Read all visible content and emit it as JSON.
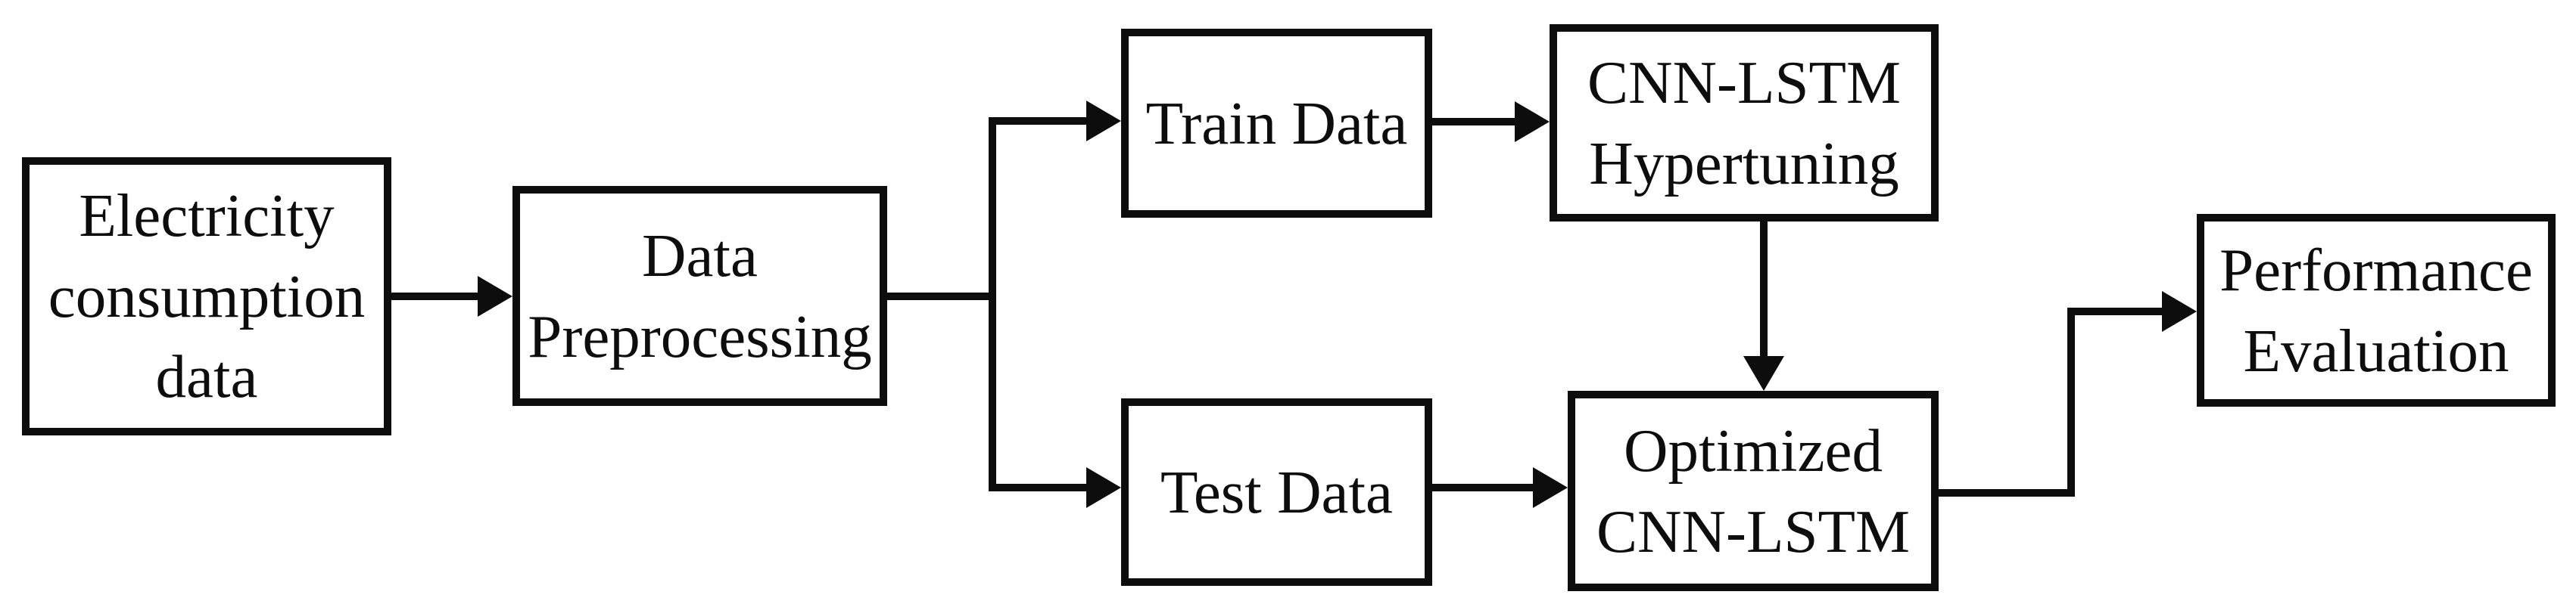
{
  "diagram": {
    "type": "flowchart",
    "description": "CNN-LSTM electricity consumption forecasting workflow",
    "background_color": "#ffffff",
    "line_color": "#0d0d0d",
    "text_color": "#0d0d0d",
    "nodes": {
      "electricity": {
        "label": "Electricity\nconsumption\ndata"
      },
      "preprocessing": {
        "label": "Data\nPreprocessing"
      },
      "train": {
        "label": "Train Data"
      },
      "hypertuning": {
        "label": "CNN-LSTM\nHypertuning"
      },
      "test": {
        "label": "Test Data"
      },
      "optimized": {
        "label": "Optimized\nCNN-LSTM"
      },
      "performance": {
        "label": "Performance\nEvaluation"
      }
    },
    "edges": [
      {
        "from": "electricity",
        "to": "preprocessing",
        "style": "arrow-right"
      },
      {
        "from": "preprocessing",
        "to": "train",
        "style": "branch-up-arrow-right"
      },
      {
        "from": "preprocessing",
        "to": "test",
        "style": "branch-down-arrow-right"
      },
      {
        "from": "train",
        "to": "hypertuning",
        "style": "arrow-right"
      },
      {
        "from": "hypertuning",
        "to": "optimized",
        "style": "arrow-down"
      },
      {
        "from": "test",
        "to": "optimized",
        "style": "arrow-right"
      },
      {
        "from": "optimized",
        "to": "performance",
        "style": "elbow-arrow-right"
      }
    ]
  }
}
